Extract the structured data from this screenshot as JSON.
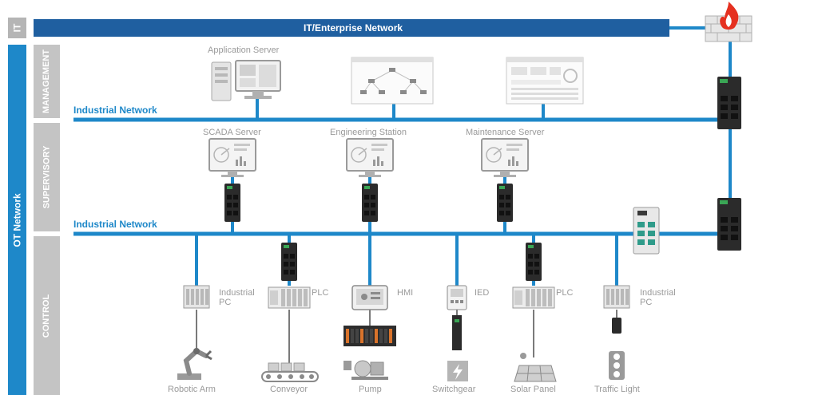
{
  "colors": {
    "it_bar": "#1f5fa0",
    "ot_blue": "#1e88c9",
    "tier_gray": "#c4c4c4",
    "it_gray": "#b5b5b5",
    "text_gray": "#9a9a9a",
    "fire": "#e53020"
  },
  "side": {
    "it": "IT",
    "ot": "OT Network",
    "management": "MANAGEMENT",
    "supervisory": "SUPERVISORY",
    "control": "CONTROL"
  },
  "it_network": {
    "label": "IT/Enterprise Network"
  },
  "networks": {
    "upper": "Industrial Network",
    "lower": "Industrial Network"
  },
  "management": {
    "app_server": "Application Server"
  },
  "supervisory": {
    "scada": "SCADA Server",
    "engineering": "Engineering Station",
    "maintenance": "Maintenance Server"
  },
  "control": {
    "controllers": [
      {
        "label": "Industrial PC",
        "line1": "Industrial",
        "line2": "PC",
        "device": "Robotic Arm"
      },
      {
        "label": "PLC",
        "line1": "PLC",
        "line2": "",
        "device": "Conveyor"
      },
      {
        "label": "HMI",
        "line1": "HMI",
        "line2": "",
        "device": "Pump"
      },
      {
        "label": "IED",
        "line1": "IED",
        "line2": "",
        "device": "Switchgear"
      },
      {
        "label": "PLC",
        "line1": "PLC",
        "line2": "",
        "device": "Solar Panel"
      },
      {
        "label": "Industrial PC",
        "line1": "Industrial",
        "line2": "PC",
        "device": "Traffic Light"
      }
    ]
  },
  "icons": {
    "firewall": "firewall-icon",
    "switch": "industrial-switch-icon",
    "monitor": "monitor-icon",
    "server": "server-tower-icon",
    "dashboard": "dashboard-screen-icon"
  }
}
